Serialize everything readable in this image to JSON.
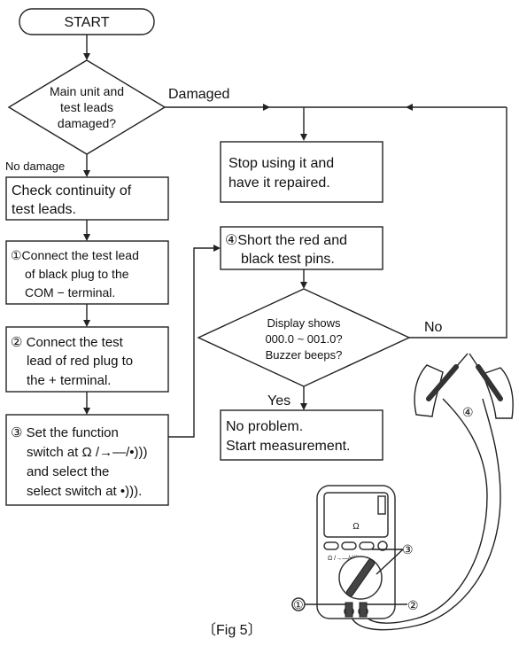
{
  "flow": {
    "start": "START",
    "decision1": [
      "Main unit and",
      "test leads",
      "damaged?"
    ],
    "damaged_label": "Damaged",
    "no_damage_label": "No damage",
    "check_continuity": [
      "Check continuity of",
      "test leads."
    ],
    "step1": [
      "①Connect the test lead",
      "of black plug to the",
      "COM − terminal."
    ],
    "step2": [
      "② Connect the test",
      "lead of red plug to",
      "the + terminal."
    ],
    "step3": [
      "③ Set the function",
      "switch at Ω /→—/•)))",
      "and select the",
      "select switch at •)))."
    ],
    "stop": [
      "Stop using it and",
      "have it repaired."
    ],
    "step4": [
      "④Short the red and",
      "black test pins."
    ],
    "decision2": [
      "Display shows",
      "000.0 ~ 001.0?",
      "Buzzer beeps?"
    ],
    "no_label": "No",
    "yes_label": "Yes",
    "ok": [
      "No problem.",
      "Start measurement."
    ]
  },
  "illustration": {
    "callout1": "①",
    "callout2": "②",
    "callout3": "③",
    "callout4": "④",
    "dial_label": "Ω /→—/•)))",
    "display_symbol": "Ω",
    "caption": "〔Fig 5〕"
  }
}
